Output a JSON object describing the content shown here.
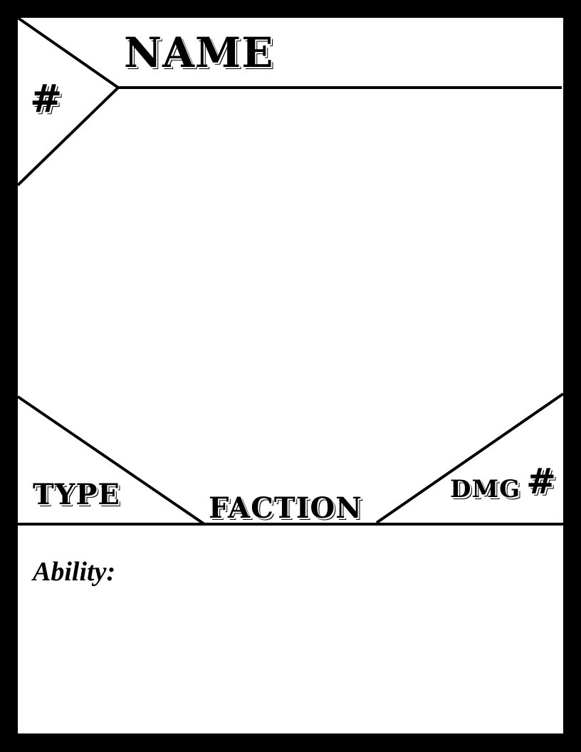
{
  "card": {
    "name_label": "NAME",
    "cost_symbol": "#",
    "type_label": "TYPE",
    "faction_label": "FACTION",
    "damage_label": "DMG",
    "damage_symbol": "#",
    "ability_label": "Ability:"
  },
  "colors": {
    "border": "#000000",
    "card_background": "#ffffff",
    "ink": "#000000"
  }
}
